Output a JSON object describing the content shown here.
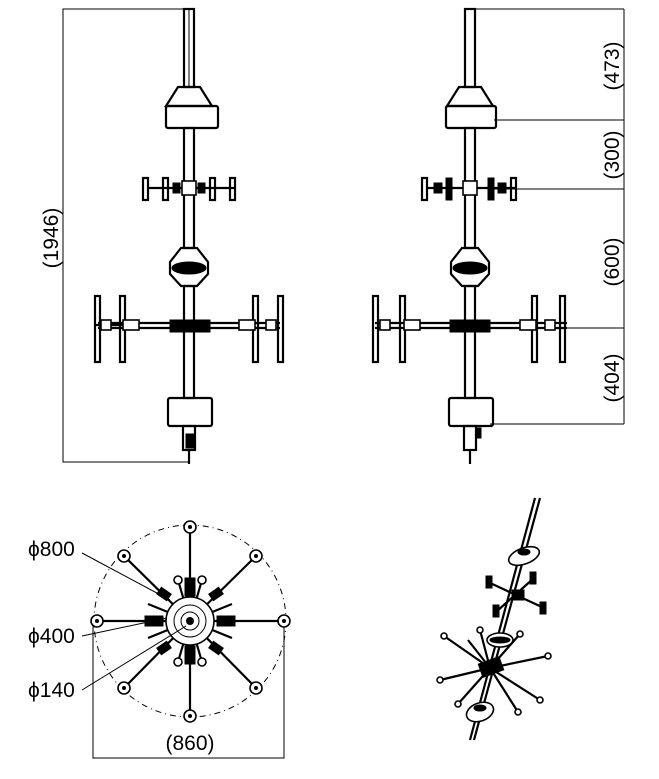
{
  "front_view": {
    "overall_height_label": "(1946)"
  },
  "side_view": {
    "segment_labels": [
      "(473)",
      "(300)",
      "(600)",
      "(404)"
    ]
  },
  "plan_view": {
    "outer_diameter_label": "ϕ800",
    "mid_diameter_label": "ϕ400",
    "inner_diameter_label": "ϕ140",
    "width_label": "(860)"
  }
}
